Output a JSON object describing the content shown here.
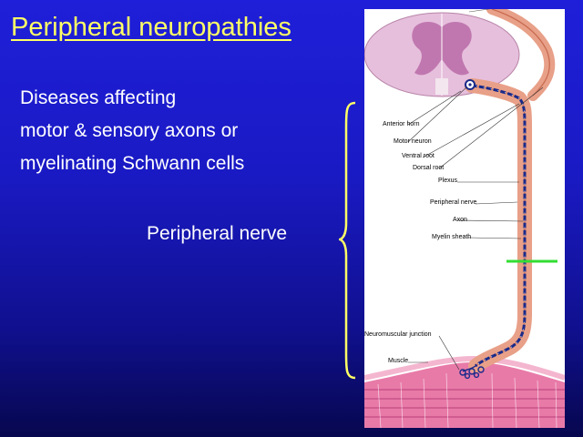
{
  "slide": {
    "title": "Peripheral neuropathies",
    "bullets": [
      "Diseases affecting",
      "motor & sensory axons or",
      "myelinating Schwann cells"
    ],
    "brace_label": "Peripheral nerve"
  },
  "diagram": {
    "labels": {
      "anterior_horn": "Anterior horn",
      "motor_neuron": "Motor neuron",
      "ventral_root": "Ventral root",
      "dorsal_root": "Dorsal root",
      "plexus": "Plexus",
      "peripheral_nerve": "Peripheral nerve",
      "axon": "Axon",
      "myelin_sheath": "Myelin sheath",
      "neuromuscular_junction": "Neuromuscular junction",
      "muscle": "Muscle"
    }
  },
  "colors": {
    "title": "#ffff66",
    "text": "#ffffff",
    "brace": "#ffff66",
    "marker": "#33dd33",
    "nerve": "#e8a088",
    "axon": "#1a2a8a",
    "muscle": "#e87aa8",
    "spinal_cord": "#e6bfdc"
  }
}
